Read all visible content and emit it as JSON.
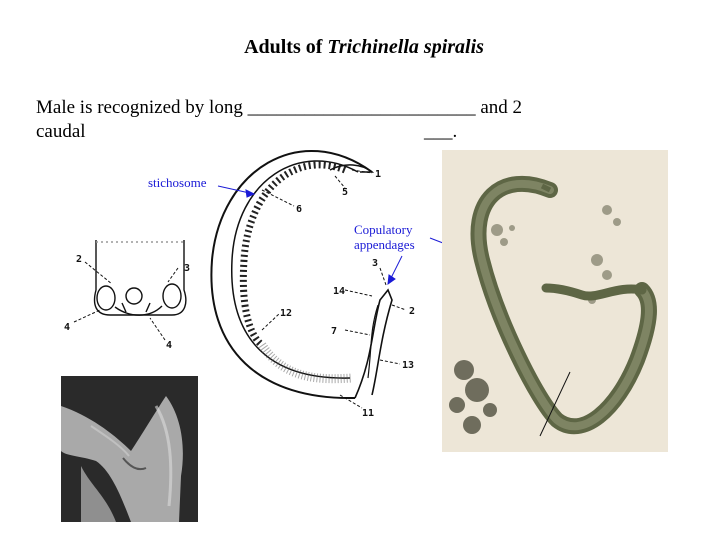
{
  "slide": {
    "title_prefix": "Adults of ",
    "title_italic": "Trichinella spiralis",
    "line1": "Male is recognized by long ________________________ and 2",
    "line2_start": "caudal",
    "line2_blank": "___."
  },
  "labels": {
    "stichosome": "stichosome",
    "copulatory_line1": "Copulatory",
    "copulatory_line2": "appendages"
  },
  "diagram_numbers": {
    "n1": "1",
    "n2": "2",
    "n3": "3",
    "n4": "4",
    "n5": "5",
    "n6": "6",
    "n7": "7",
    "n11": "11",
    "n12": "12",
    "n13": "13",
    "n14": "14"
  },
  "colors": {
    "annotation": "#1a1ad6",
    "photo_bg": "#f2ede2",
    "worm": "#6b7350"
  }
}
